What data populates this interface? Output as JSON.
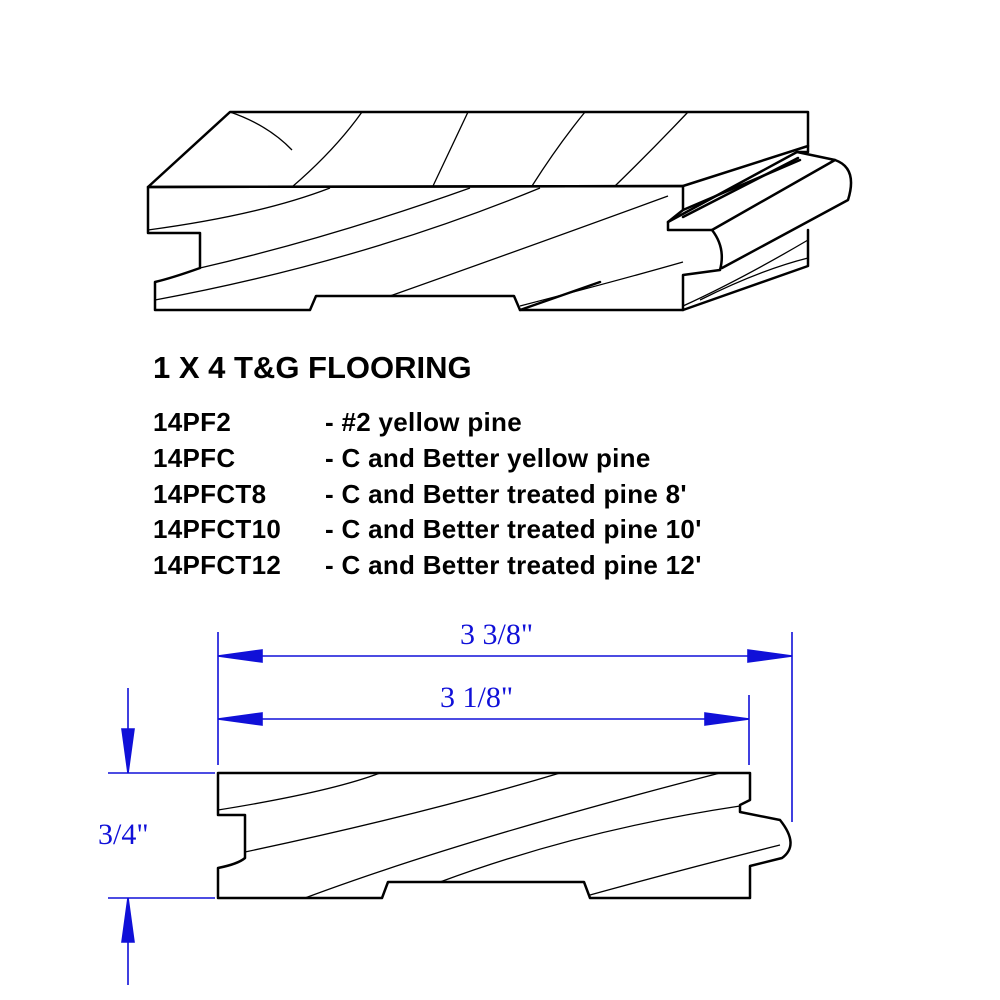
{
  "title": "1 X 4 T&G FLOORING",
  "products": [
    {
      "code": "14PF2",
      "description": "- #2 yellow pine"
    },
    {
      "code": "14PFC",
      "description": "- C and Better yellow pine"
    },
    {
      "code": "14PFCT8",
      "description": "- C and Better treated pine 8'"
    },
    {
      "code": "14PFCT10",
      "description": "- C and Better treated pine 10'"
    },
    {
      "code": "14PFCT12",
      "description": "- C and Better treated pine 12'"
    }
  ],
  "dimensions": {
    "overall_width": "3 3/8\"",
    "face_width": "3 1/8\"",
    "thickness": "3/4\""
  },
  "colors": {
    "line": "#000000",
    "dimension": "#1010d8"
  }
}
